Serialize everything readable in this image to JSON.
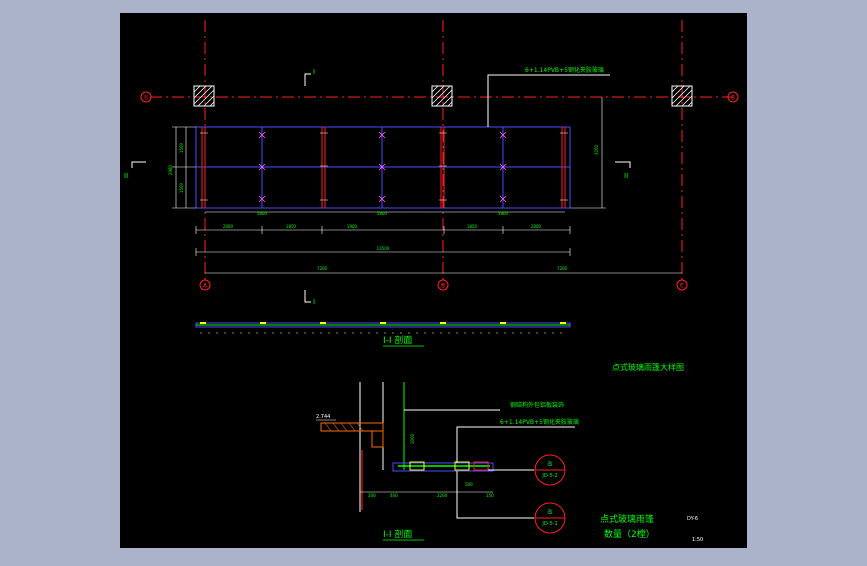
{
  "drawing": {
    "grid_labels": {
      "top_left": "6",
      "top_right": "8",
      "bottom_left": "A",
      "bottom_mid": "B",
      "bottom_right": "C"
    },
    "section_marks": {
      "top": "I",
      "bottom": "I",
      "left": "II",
      "right": "II"
    },
    "notes": {
      "glass_top": "6+1.14PVB+5钢化夹胶玻璃",
      "glass_detail": "6+1.14PVB+5钢化夹胶玻璃",
      "stone_detail": "钢结构外包铝板装饰",
      "elevation_mark": "2.744"
    },
    "plan_dims": {
      "left_height": "2980",
      "left_seg_top": "1500",
      "left_seg_bottom": "1500",
      "right_height": "3200",
      "inner": [
        "5800",
        "5800",
        "5800"
      ],
      "row1": [
        "2000",
        "1850",
        "1900",
        "1850",
        "2000"
      ],
      "total": "11500",
      "bays": [
        "7200",
        "7200"
      ]
    },
    "detail_dims": [
      "200",
      "400",
      "2200",
      "150",
      "500",
      "1000"
    ],
    "titles": {
      "section1": "I-I 剖面",
      "section2": "I-I 剖面",
      "plan": "点式玻璃雨篷大样图",
      "summary_line1": "点式玻璃雨篷",
      "summary_line2": "数量（2樘）",
      "sheet_no": "DY-6",
      "scale": "1:50"
    },
    "detail_callouts": [
      {
        "top": "B",
        "bottom": "JD-5-2"
      },
      {
        "top": "B",
        "bottom": "JD-5-1"
      }
    ],
    "colors": {
      "paper": "#000000",
      "frame": "#aab3c9",
      "axis": "#ff2020",
      "outline": "#4b4bff",
      "text": "#00ff00",
      "hatch": "#ffffff",
      "dim": "#ffffff"
    }
  }
}
